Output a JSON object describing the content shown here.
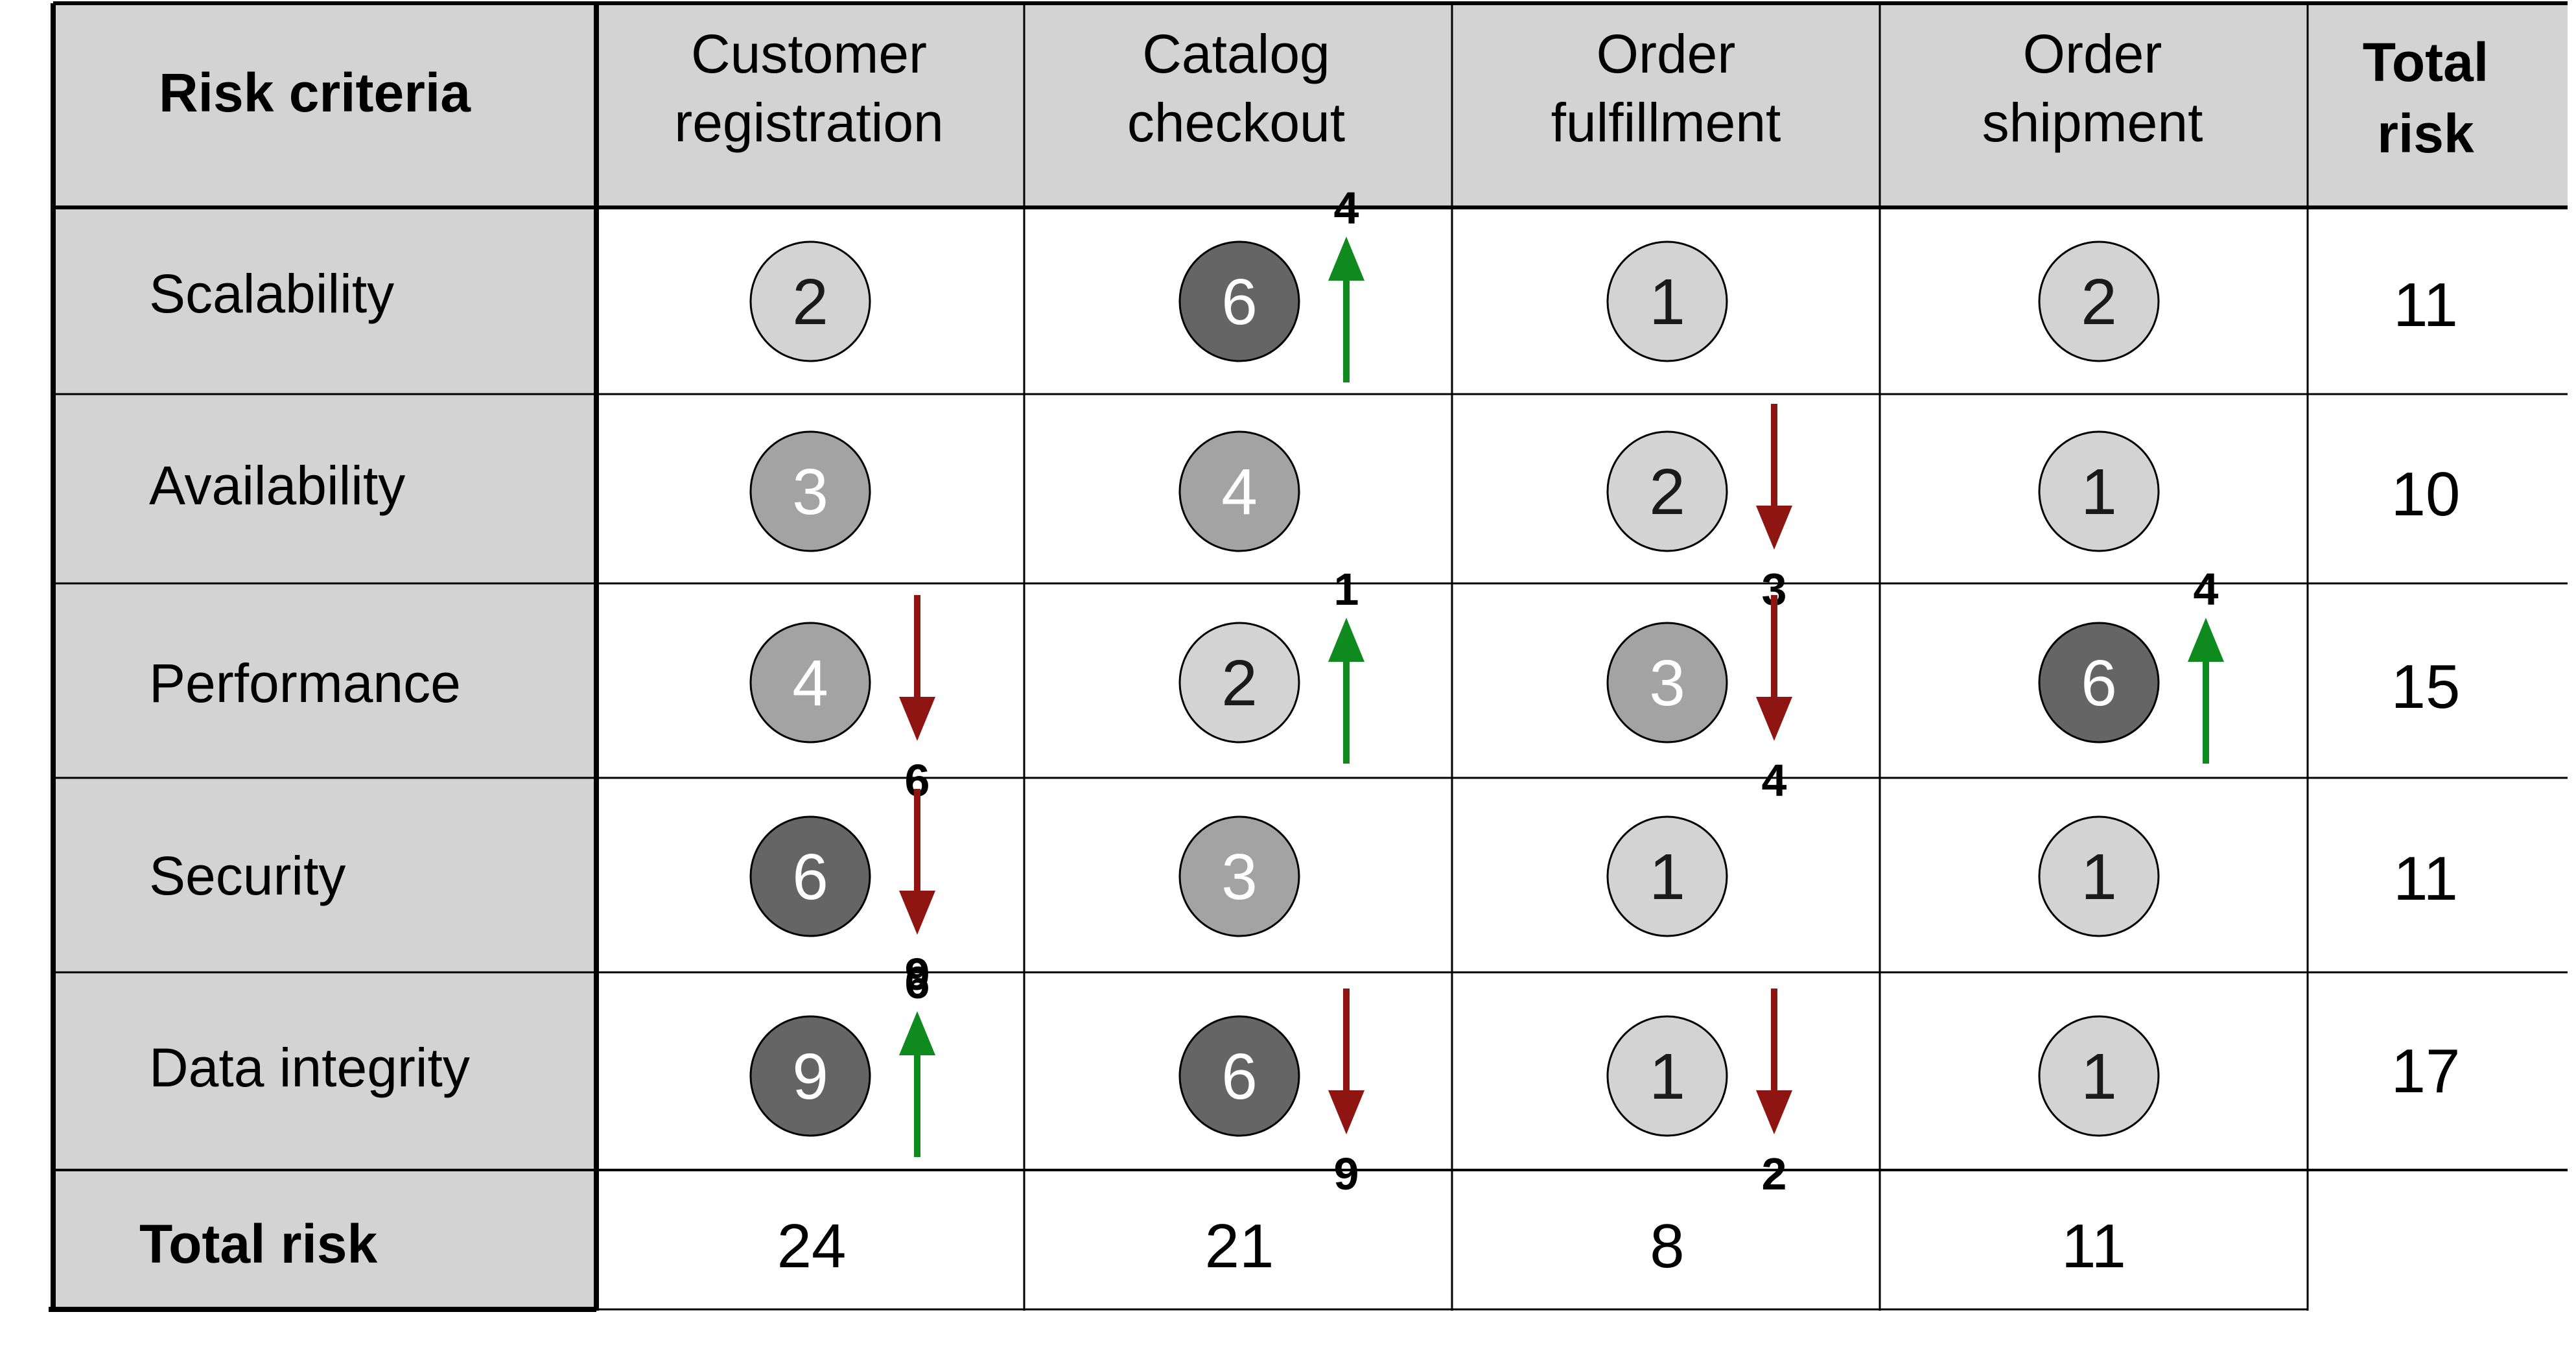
{
  "header": {
    "criteria_label": "Risk criteria",
    "columns": [
      [
        "Customer",
        "registration"
      ],
      [
        "Catalog",
        "checkout"
      ],
      [
        "Order",
        "fulfillment"
      ],
      [
        "Order",
        "shipment"
      ]
    ],
    "total_label": [
      "Total",
      "risk"
    ]
  },
  "rows": [
    {
      "label": "Scalability",
      "cells": [
        {
          "score": 2,
          "shade": "light"
        },
        {
          "score": 6,
          "shade": "dark",
          "trend": {
            "dir": "up",
            "value": 4
          }
        },
        {
          "score": 1,
          "shade": "light"
        },
        {
          "score": 2,
          "shade": "light"
        }
      ],
      "total": 11
    },
    {
      "label": "Availability",
      "cells": [
        {
          "score": 3,
          "shade": "medium"
        },
        {
          "score": 4,
          "shade": "medium"
        },
        {
          "score": 2,
          "shade": "light",
          "trend": {
            "dir": "down",
            "value": 3
          }
        },
        {
          "score": 1,
          "shade": "light"
        }
      ],
      "total": 10
    },
    {
      "label": "Performance",
      "cells": [
        {
          "score": 4,
          "shade": "medium",
          "trend": {
            "dir": "down",
            "value": 6
          }
        },
        {
          "score": 2,
          "shade": "light",
          "trend": {
            "dir": "up",
            "value": 1
          }
        },
        {
          "score": 3,
          "shade": "medium",
          "trend": {
            "dir": "down",
            "value": 4
          }
        },
        {
          "score": 6,
          "shade": "dark",
          "trend": {
            "dir": "up",
            "value": 4
          }
        }
      ],
      "total": 15
    },
    {
      "label": "Security",
      "cells": [
        {
          "score": 6,
          "shade": "dark",
          "trend": {
            "dir": "down",
            "value": 9
          }
        },
        {
          "score": 3,
          "shade": "medium"
        },
        {
          "score": 1,
          "shade": "light"
        },
        {
          "score": 1,
          "shade": "light"
        }
      ],
      "total": 11
    },
    {
      "label": "Data integrity",
      "cells": [
        {
          "score": 9,
          "shade": "dark",
          "trend": {
            "dir": "up",
            "value": 6
          }
        },
        {
          "score": 6,
          "shade": "dark",
          "trend": {
            "dir": "down",
            "value": 9
          }
        },
        {
          "score": 1,
          "shade": "light",
          "trend": {
            "dir": "down",
            "value": 2
          }
        },
        {
          "score": 1,
          "shade": "light"
        }
      ],
      "total": 17
    }
  ],
  "footer": {
    "label": "Total risk",
    "totals": [
      24,
      21,
      8,
      11
    ],
    "grand_total": ""
  },
  "colors": {
    "header_bg": "#d3d3d3",
    "border": "#000000",
    "circle_light": "#d3d3d3",
    "circle_medium": "#a3a3a3",
    "circle_dark": "#656565",
    "text_on_light": "#1a1a1a",
    "text_on_dark": "#ffffff",
    "arrow_up": "#0f8a1e",
    "arrow_down": "#8e1512"
  }
}
